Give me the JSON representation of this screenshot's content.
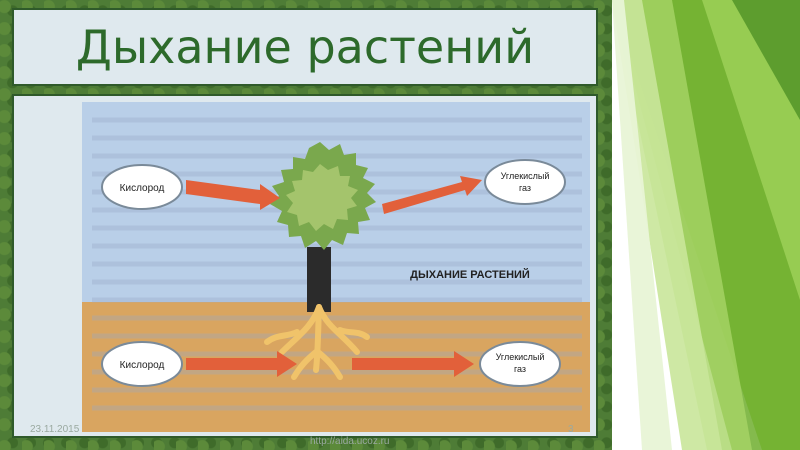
{
  "slide": {
    "title": "Дыхание растений",
    "date": "23.11.2015",
    "page_number": "3",
    "url": "http://aida.ucoz.ru"
  },
  "diagram": {
    "heading": "ДЫХАНИЕ РАСТЕНИЙ",
    "top_left_label": "Кислород",
    "top_right_label_line1": "Углекислый",
    "top_right_label_line2": "газ",
    "bottom_left_label": "Кислород",
    "bottom_right_label_line1": "Углекислый",
    "bottom_right_label_line2": "газ"
  },
  "colors": {
    "accent_green": "#2d6a2b",
    "sky": "#b9cfe8",
    "soil": "#d9a560",
    "arrow": "#e2603a",
    "leaf_dark": "#7aa84d",
    "leaf_light": "#a4c46c",
    "trunk": "#2b2b2b",
    "roots": "#f0c36a"
  }
}
